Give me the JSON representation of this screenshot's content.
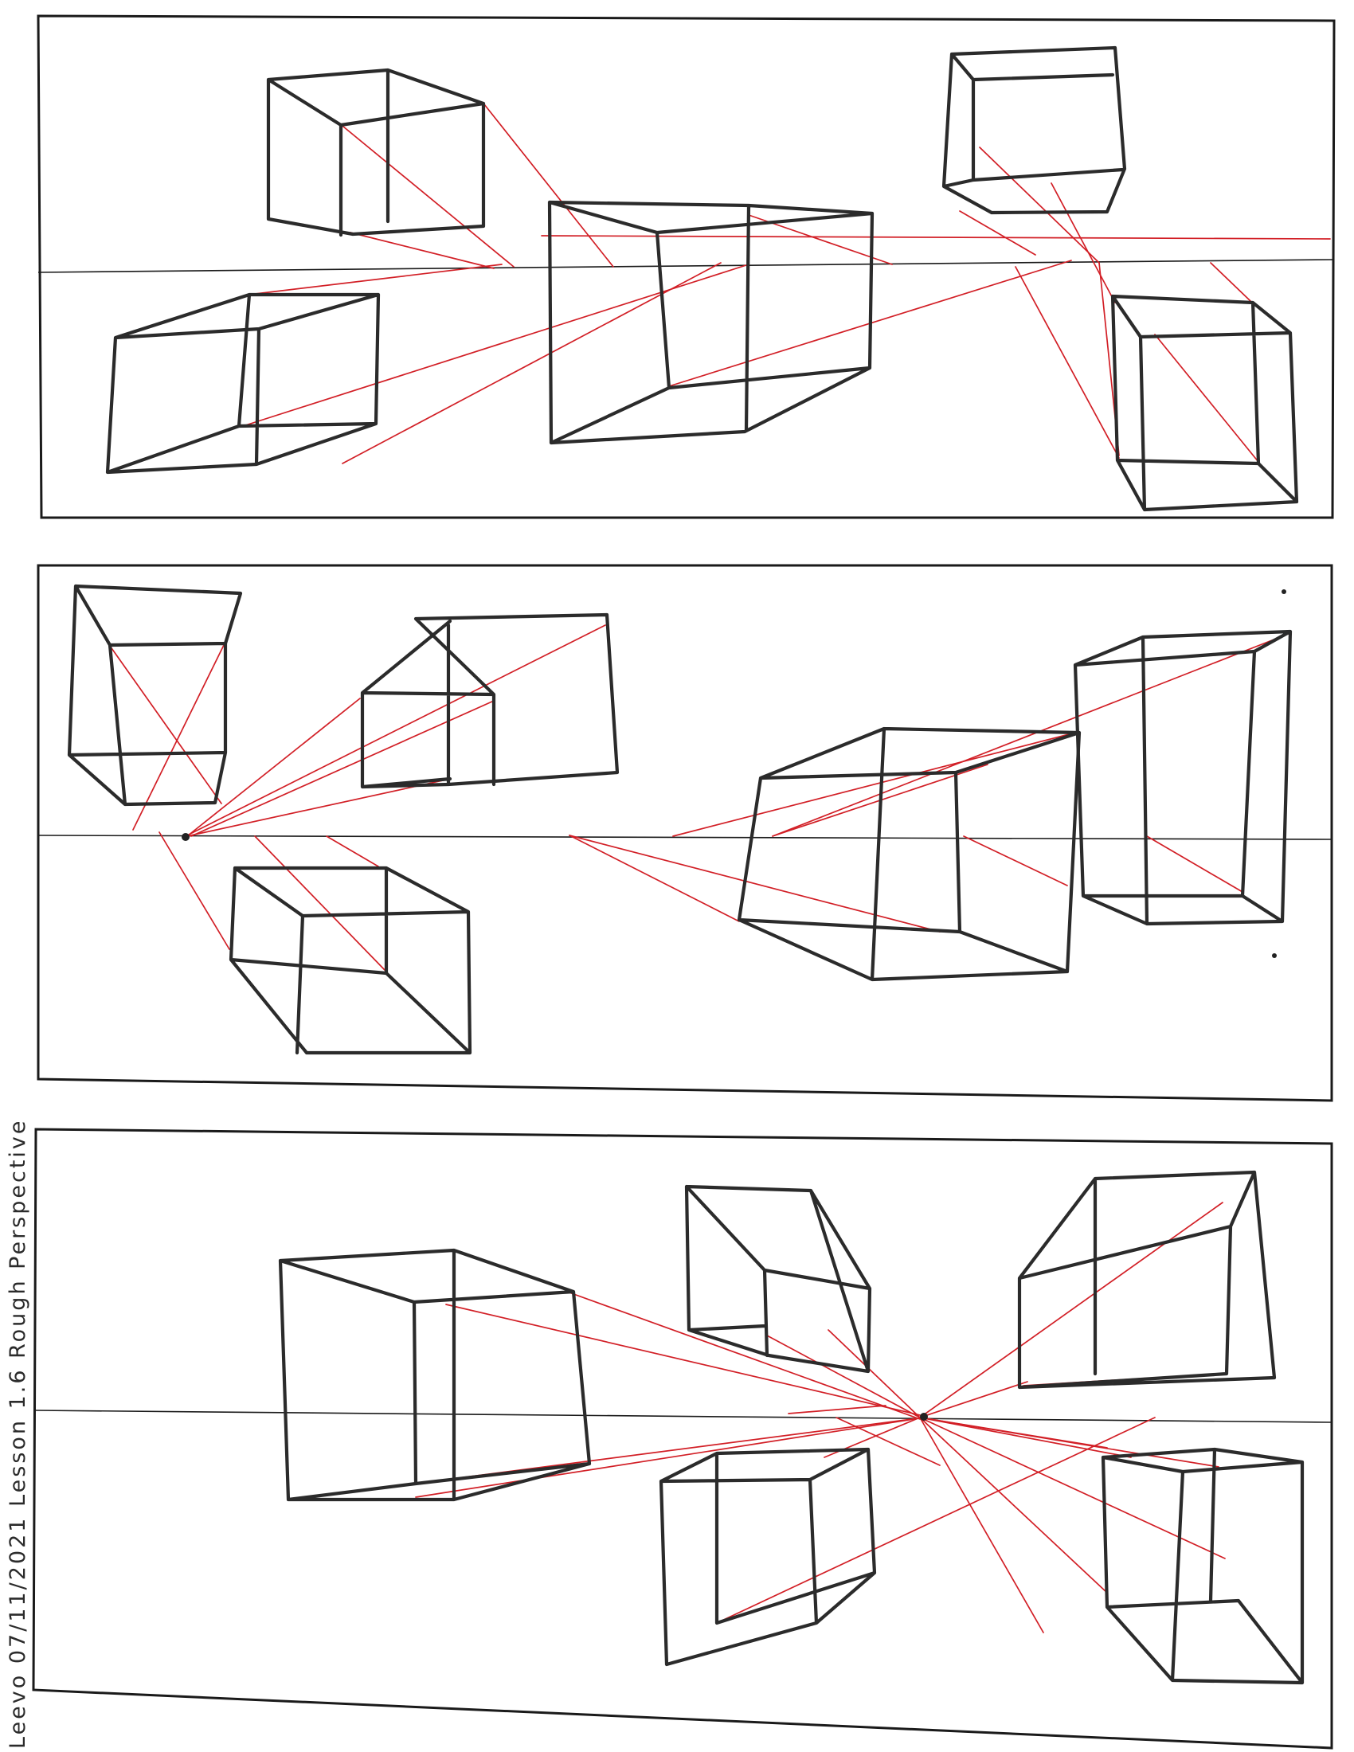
{
  "caption": "Leevo 07/11/2021 Lesson 1.6 Rough Perspective",
  "colors": {
    "ink": "#2b2b2b",
    "construction": "#d21f26",
    "paper": "#ffffff"
  },
  "panels": [
    {
      "id": "panel-1",
      "boxes": 5
    },
    {
      "id": "panel-2",
      "boxes": 5
    },
    {
      "id": "panel-3",
      "boxes": 5
    }
  ]
}
